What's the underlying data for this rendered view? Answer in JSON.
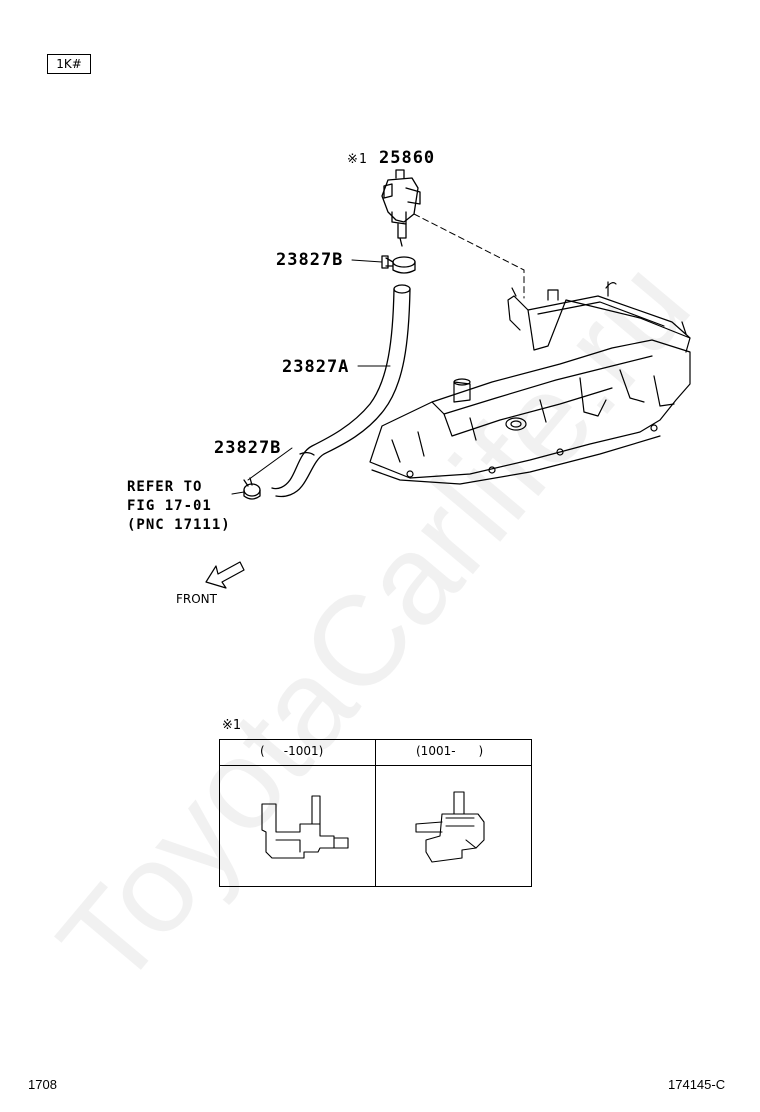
{
  "header": {
    "engine_code": "1K#"
  },
  "parts": {
    "valve": {
      "note_mark": "※1",
      "number": "25860"
    },
    "clamp_upper": "23827B",
    "hose": "23827A",
    "clamp_lower": "23827B"
  },
  "reference": {
    "text": "REFER TO\nFIG 17-01\n(PNC 17111)"
  },
  "direction": {
    "label": "FRONT"
  },
  "variants": {
    "note_mark": "※1",
    "columns": [
      {
        "range": "(     -1001)"
      },
      {
        "range": "(1001-      )"
      }
    ]
  },
  "footer": {
    "page": "1708",
    "figure_code": "174145-C"
  },
  "watermark": "ToyotaCarlife.ru"
}
